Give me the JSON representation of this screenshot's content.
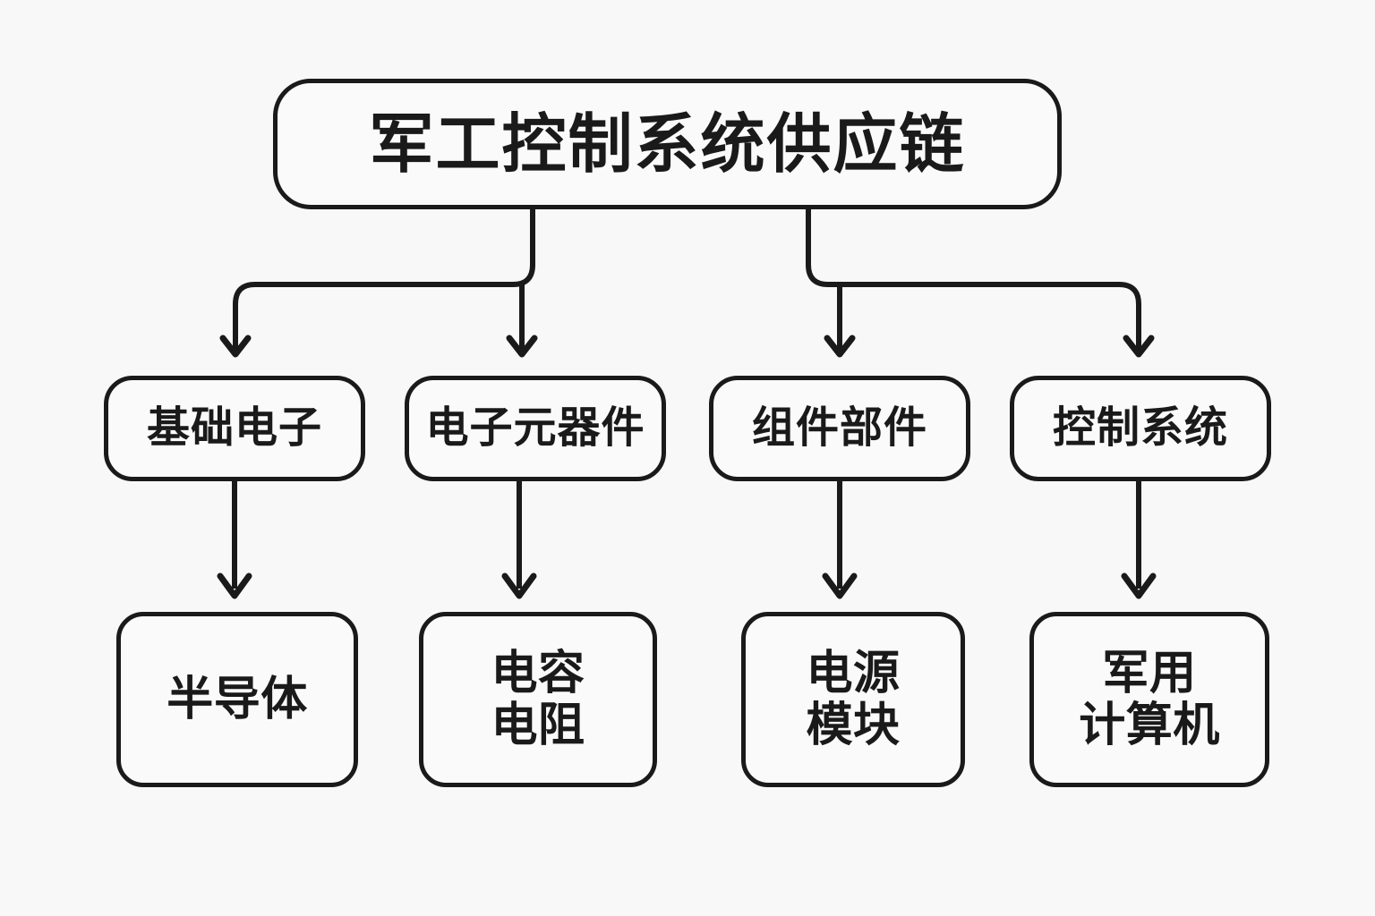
{
  "diagram": {
    "title": "军工控制系统供应链",
    "background_color": "#f8f8f8",
    "node_fill_color": "#fafafa",
    "stroke_color": "#1a1a1a",
    "root": {
      "id": "root",
      "label": "军工控制系统供应链"
    },
    "tier2": [
      {
        "id": "basic-electronics",
        "label": "基础电子"
      },
      {
        "id": "electronic-components",
        "label": "电子元器件"
      },
      {
        "id": "assemblies-parts",
        "label": "组件部件"
      },
      {
        "id": "control-systems",
        "label": "控制系统"
      }
    ],
    "tier3": [
      {
        "id": "semiconductor",
        "label": "半导体"
      },
      {
        "id": "capacitor-resistor",
        "label": "电容\n电阻"
      },
      {
        "id": "power-module",
        "label": "电源\n模块"
      },
      {
        "id": "military-computer",
        "label": "军用\n计算机"
      }
    ],
    "edges": [
      {
        "from": "root",
        "to": "basic-electronics"
      },
      {
        "from": "root",
        "to": "electronic-components"
      },
      {
        "from": "root",
        "to": "assemblies-parts"
      },
      {
        "from": "root",
        "to": "control-systems"
      },
      {
        "from": "basic-electronics",
        "to": "semiconductor"
      },
      {
        "from": "electronic-components",
        "to": "capacitor-resistor"
      },
      {
        "from": "assemblies-parts",
        "to": "power-module"
      },
      {
        "from": "control-systems",
        "to": "military-computer"
      }
    ]
  }
}
